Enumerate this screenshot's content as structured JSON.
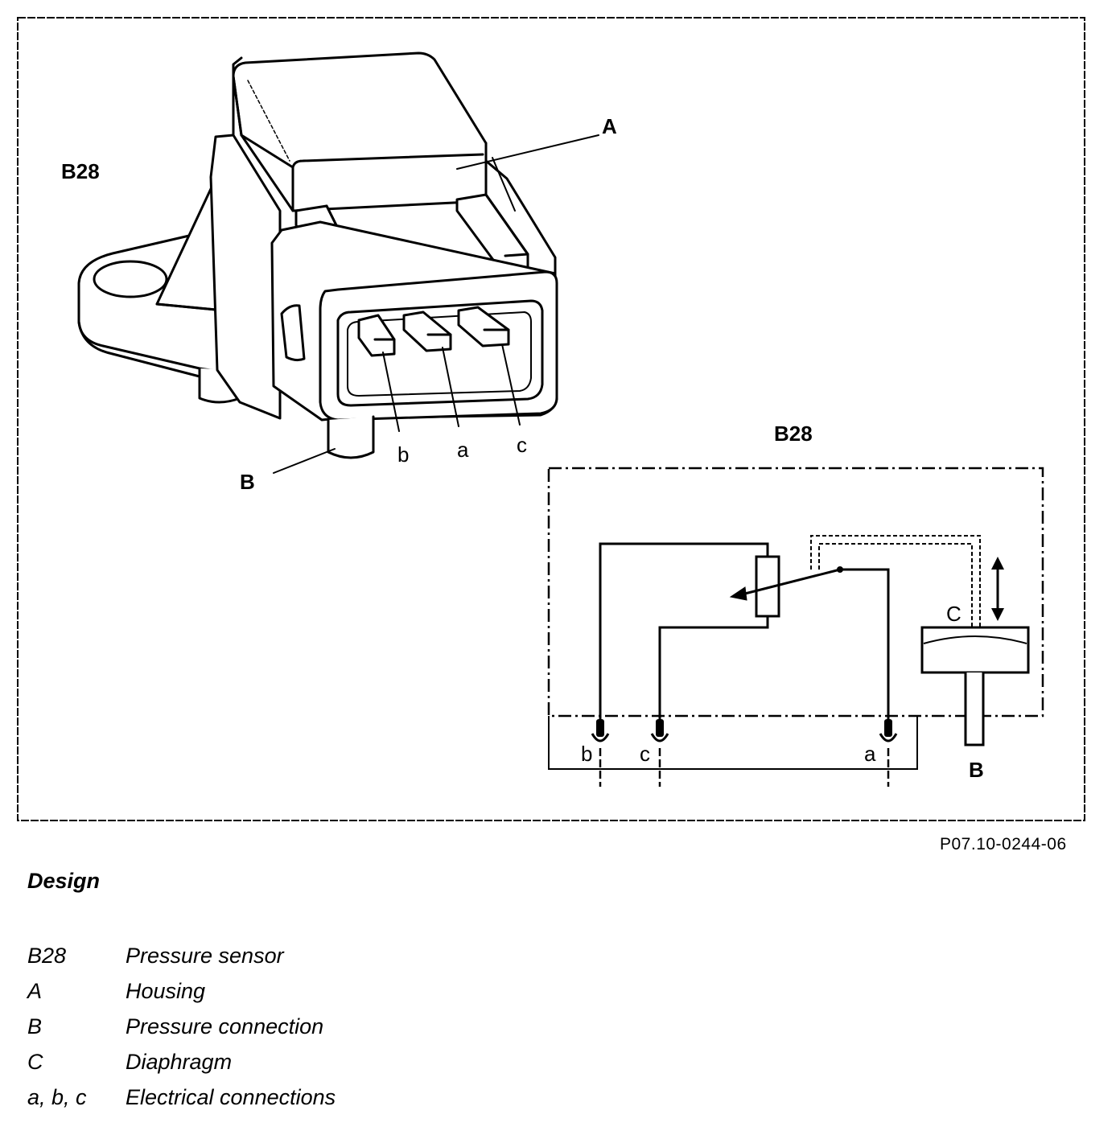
{
  "figure": {
    "sensor_label": "B28",
    "schematic_label": "B28",
    "callouts": {
      "housing": "A",
      "pressure_connection": "B",
      "pin_b": "b",
      "pin_a": "a",
      "pin_c": "c"
    },
    "schematic": {
      "pin_b": "b",
      "pin_c": "c",
      "pin_a": "a",
      "diaphragm": "C",
      "pressure_connection": "B"
    },
    "reference": "P07.10-0244-06"
  },
  "caption": {
    "title": "Design",
    "legend": [
      {
        "key": "B28",
        "text": "Pressure sensor"
      },
      {
        "key": "A",
        "text": "Housing"
      },
      {
        "key": "B",
        "text": "Pressure connection"
      },
      {
        "key": "C",
        "text": "Diaphragm"
      },
      {
        "key": "a, b, c",
        "text": "Electrical connections"
      }
    ]
  }
}
